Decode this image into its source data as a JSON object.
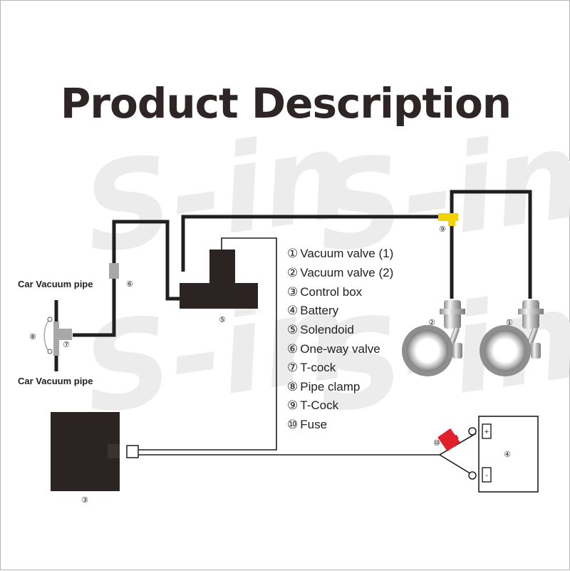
{
  "title": "Product Description",
  "watermark": "S-in",
  "legend": [
    {
      "marker": "①",
      "text": "Vacuum valve (1)"
    },
    {
      "marker": "②",
      "text": "Vacuum valve (2)"
    },
    {
      "marker": "③",
      "text": "Control box"
    },
    {
      "marker": "④",
      "text": "Battery"
    },
    {
      "marker": "⑤",
      "text": "Solendoid"
    },
    {
      "marker": "⑥",
      "text": "One-way valve"
    },
    {
      "marker": "⑦",
      "text": "T-cock"
    },
    {
      "marker": "⑧",
      "text": "Pipe clamp"
    },
    {
      "marker": "⑨",
      "text": "T-Cock"
    },
    {
      "marker": "⑩",
      "text": "Fuse"
    }
  ],
  "labels": {
    "car_vacuum_pipe_top": "Car Vacuum pipe",
    "car_vacuum_pipe_bottom": "Car Vacuum pipe"
  },
  "markers": {
    "valve1": "①",
    "valve2": "②",
    "control_box": "③",
    "battery": "④",
    "solenoid": "⑤",
    "one_way_valve": "⑥",
    "t_cock_left": "⑦",
    "pipe_clamp": "⑧",
    "t_cock_top": "⑨",
    "fuse": "⑩"
  },
  "battery_terminals": {
    "positive": "+",
    "negative": "-"
  },
  "colors": {
    "pipe": "#1f1f1f",
    "t_cock_top": "#f2d300",
    "fuse": "#e0202a",
    "one_way_valve": "#a8a8a8",
    "control_box": "#2b2422",
    "solenoid": "#2b2422"
  }
}
